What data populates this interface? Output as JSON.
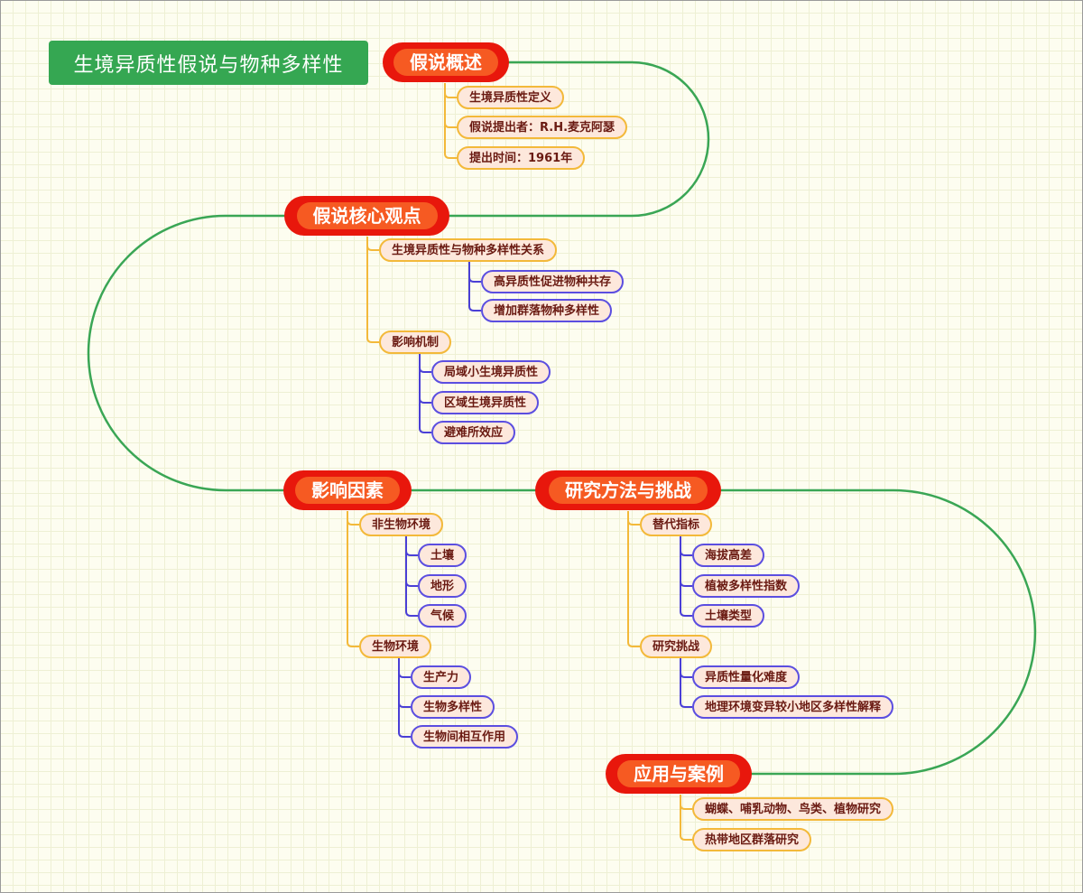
{
  "title": "生境异质性假说与物种多样性",
  "sections": {
    "overview": {
      "label": "假说概述",
      "items": [
        "生境异质性定义",
        "假说提出者：R.H.麦克阿瑟",
        "提出时间：1961年"
      ]
    },
    "core": {
      "label": "假说核心观点",
      "relation": {
        "label": "生境异质性与物种多样性关系",
        "items": [
          "高异质性促进物种共存",
          "增加群落物种多样性"
        ]
      },
      "mechanism": {
        "label": "影响机制",
        "items": [
          "局域小生境异质性",
          "区域生境异质性",
          "避难所效应"
        ]
      }
    },
    "factors": {
      "label": "影响因素",
      "abiotic": {
        "label": "非生物环境",
        "items": [
          "土壤",
          "地形",
          "气候"
        ]
      },
      "biotic": {
        "label": "生物环境",
        "items": [
          "生产力",
          "生物多样性",
          "生物间相互作用"
        ]
      }
    },
    "methods": {
      "label": "研究方法与挑战",
      "proxy": {
        "label": "替代指标",
        "items": [
          "海拔高差",
          "植被多样性指数",
          "土壤类型"
        ]
      },
      "challenge": {
        "label": "研究挑战",
        "items": [
          "异质性量化难度",
          "地理环境变异较小地区多样性解释"
        ]
      }
    },
    "cases": {
      "label": "应用与案例",
      "items": [
        "蝴蝶、哺乳动物、鸟类、植物研究",
        "热带地区群落研究"
      ]
    }
  },
  "colors": {
    "main_line": "#3aa655",
    "sub_line": "#f3b93a",
    "leaf_line": "#4a3fd6",
    "main_outer": "#e8170c",
    "main_inner": "#f65a22",
    "title_bg": "#35a752"
  }
}
